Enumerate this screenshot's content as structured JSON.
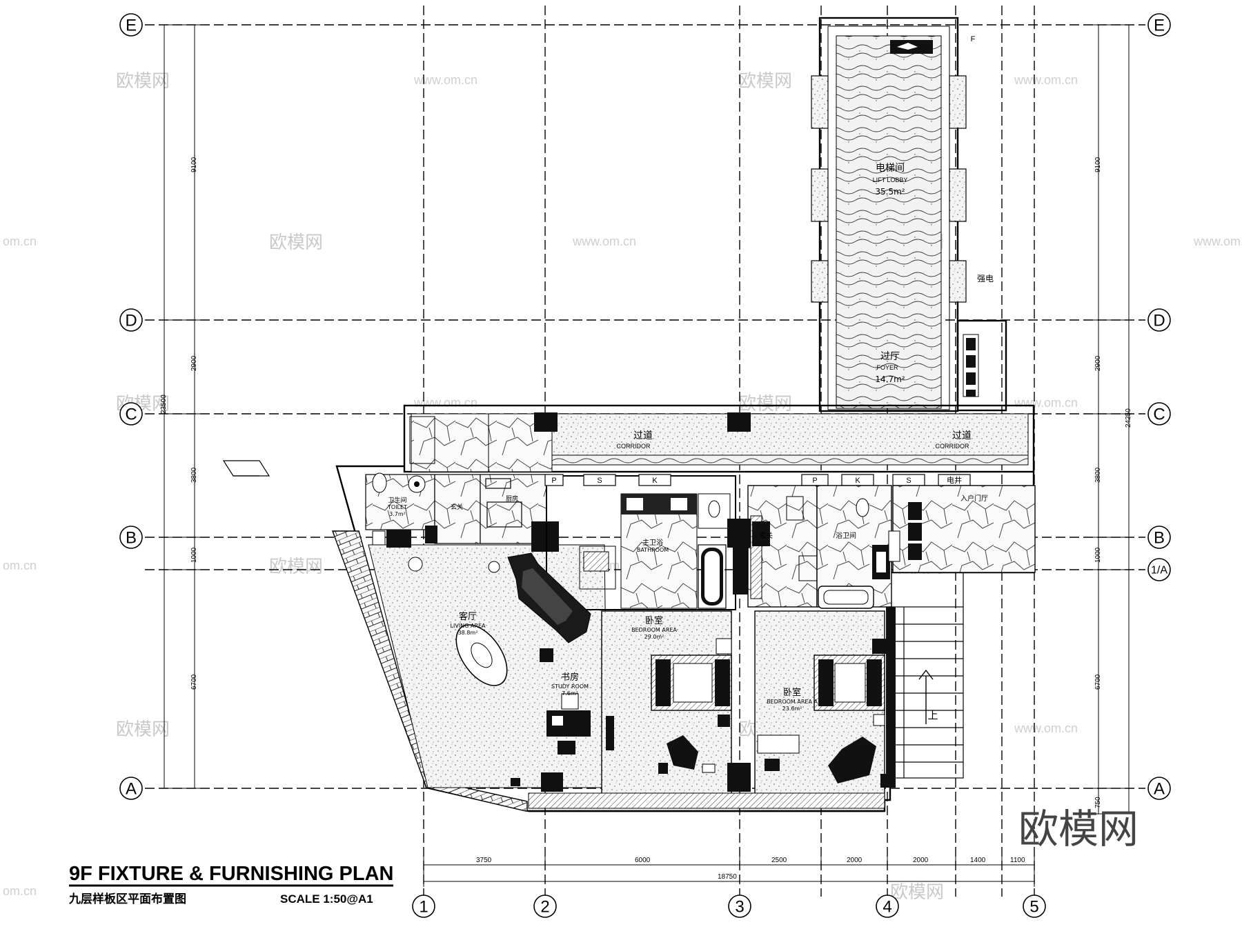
{
  "grid_axes": {
    "rows": [
      "E",
      "D",
      "C",
      "B",
      "1/A",
      "A"
    ],
    "columns": [
      "1",
      "2",
      "3",
      "4",
      "5"
    ]
  },
  "dimensions": {
    "vertical_left": [
      "9100",
      "2900",
      "23500",
      "3800",
      "1000",
      "6700"
    ],
    "vertical_right": [
      "9100",
      "2900",
      "24250",
      "3800",
      "1000",
      "6700",
      "750"
    ],
    "horizontal": [
      "3750",
      "6000",
      "2500",
      "2000",
      "2000",
      "1400",
      "1100"
    ],
    "horizontal_total": "18750"
  },
  "rooms": {
    "lift_lobby": {
      "cn": "电梯间",
      "en": "LIFT LOBBY",
      "area": "35.5m²"
    },
    "foyer": {
      "cn": "过厅",
      "en": "FOYER",
      "area": "14.7m²"
    },
    "strong_current": {
      "cn": "强电"
    },
    "corridor_left": {
      "cn": "过道",
      "en": "CORRIDOR"
    },
    "corridor_right": {
      "cn": "过道",
      "en": "CORRIDOR"
    },
    "living": {
      "cn": "客厅",
      "en": "LIVING AREA",
      "area": "38.8m²"
    },
    "study": {
      "cn": "书房",
      "en": "STUDY ROOM",
      "area": "7.6m²"
    },
    "bedroom_left": {
      "cn": "卧室",
      "en": "BEDROOM AREA",
      "area": "29.0m²"
    },
    "bedroom_right": {
      "cn": "卧室",
      "en": "BEDROOM AREA A",
      "area": "23.6m²"
    },
    "bath_left": {
      "cn": "主卫浴",
      "en": "BATHROOM"
    },
    "bath_right": {
      "cn": "浴卫间"
    },
    "wc": {
      "cn": "卫生间",
      "en": "TOILET",
      "area": "3.7m²"
    },
    "entry": {
      "cn": "玄关"
    },
    "entry_right": {
      "cn": "玄关"
    },
    "entrance": {
      "cn": "入户门厅"
    },
    "kitchen": {
      "cn": "厨房"
    },
    "stair_up": {
      "cn": "上"
    }
  },
  "shaft_tags": [
    "P",
    "S",
    "K",
    "P",
    "K",
    "S",
    "电井"
  ],
  "corner_mark": "F",
  "title_block": {
    "title": "9F FIXTURE & FURNISHING PLAN",
    "subtitle": "九层样板区平面布置图",
    "scale": "SCALE  1:50@A1"
  },
  "watermark": {
    "brand": "欧模网",
    "url": "www.om.cn",
    "url_partial": "om.cn"
  }
}
